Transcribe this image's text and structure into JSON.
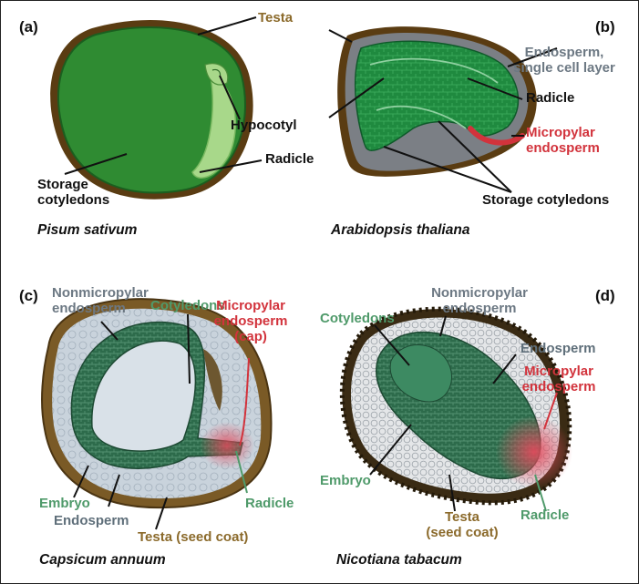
{
  "colors": {
    "seed_green": "#2f8b32",
    "light_green": "#a8d88a",
    "testa_brown": "#5a3c12",
    "endosperm_gray": "#7b7f85",
    "micropylar_red": "#d2333c",
    "embryo_teal": "#2f6e4d",
    "label_gray": "#6c7883",
    "label_green": "#4f9a6a",
    "label_brown": "#8b6a2b"
  },
  "panels": {
    "a": {
      "letter": "(a)",
      "species": "Pisum sativum",
      "labels": {
        "testa": "Testa",
        "hypocotyl": "Hypocotyl",
        "radicle": "Radicle",
        "storage": "Storage\ncotyledons"
      }
    },
    "b": {
      "letter": "(b)",
      "species": "Arabidopsis thaliana",
      "labels": {
        "endosperm": "Endosperm,\nsingle cell layer",
        "radicle": "Radicle",
        "micropylar": "Micropylar\nendosperm",
        "storage": "Storage cotyledons"
      }
    },
    "c": {
      "letter": "(c)",
      "species": "Capsicum annuum",
      "labels": {
        "nonmicropylar": "Nonmicropylar\nendosperm",
        "cotyledons": "Cotyledons",
        "micropylar_cap": "Micropylar\nendosperm\n(cap)",
        "embryo": "Embryo",
        "endosperm": "Endosperm",
        "radicle": "Radicle",
        "testa": "Testa (seed coat)"
      }
    },
    "d": {
      "letter": "(d)",
      "species": "Nicotiana tabacum",
      "labels": {
        "nonmicropylar": "Nonmicropylar\nendosperm",
        "cotyledons": "Cotyledons",
        "endosperm": "Endosperm",
        "micropylar": "Micropylar\nendosperm",
        "embryo": "Embryo",
        "testa": "Testa\n(seed coat)",
        "radicle": "Radicle"
      }
    }
  }
}
